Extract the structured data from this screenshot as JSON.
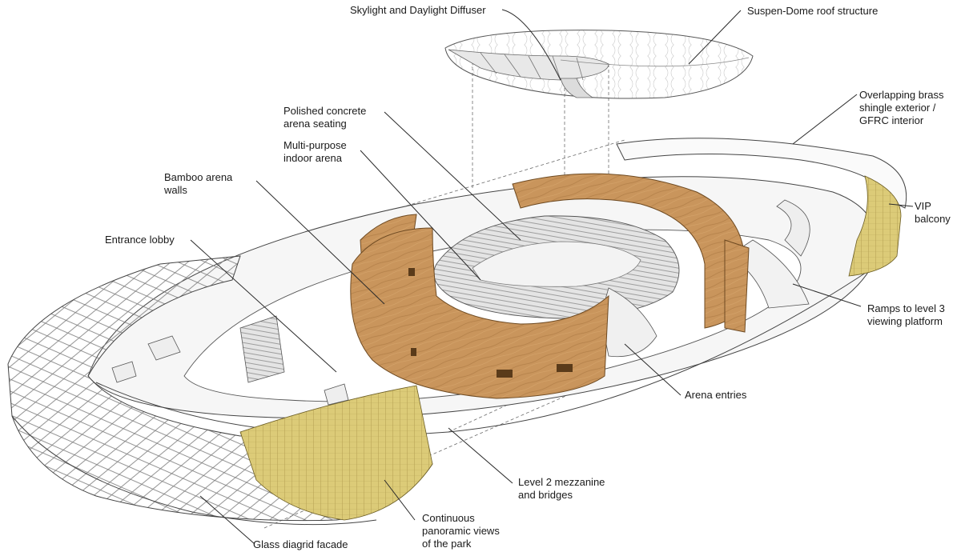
{
  "labels": {
    "skylight": {
      "lines": [
        "Skylight and Daylight Diffuser"
      ]
    },
    "roof": {
      "lines": [
        "Suspen-Dome roof structure"
      ]
    },
    "shingle": {
      "lines": [
        "Overlapping brass",
        "shingle exterior /",
        "GFRC interior"
      ]
    },
    "seating": {
      "lines": [
        "Polished concrete",
        "arena seating"
      ]
    },
    "arena": {
      "lines": [
        "Multi-purpose",
        "indoor arena"
      ]
    },
    "bamboo": {
      "lines": [
        "Bamboo arena",
        "walls"
      ]
    },
    "vip": {
      "lines": [
        "VIP",
        "balcony"
      ]
    },
    "lobby": {
      "lines": [
        "Entrance lobby"
      ]
    },
    "ramps": {
      "lines": [
        "Ramps to level 3",
        "viewing platform"
      ]
    },
    "entries": {
      "lines": [
        "Arena entries"
      ]
    },
    "mezzanine": {
      "lines": [
        "Level 2 mezzanine",
        "and bridges"
      ]
    },
    "panoramic": {
      "lines": [
        "Continuous",
        "panoramic views",
        "of the park"
      ]
    },
    "glass": {
      "lines": [
        "Glass diagrid facade"
      ]
    }
  },
  "colors": {
    "wood": "#c9955c",
    "wood_dark": "#a8743f",
    "brass": "#d8c56e",
    "glass_grid": "#8a8a8a",
    "line": "#2a2a2a",
    "seating": "#9a9a9a"
  }
}
